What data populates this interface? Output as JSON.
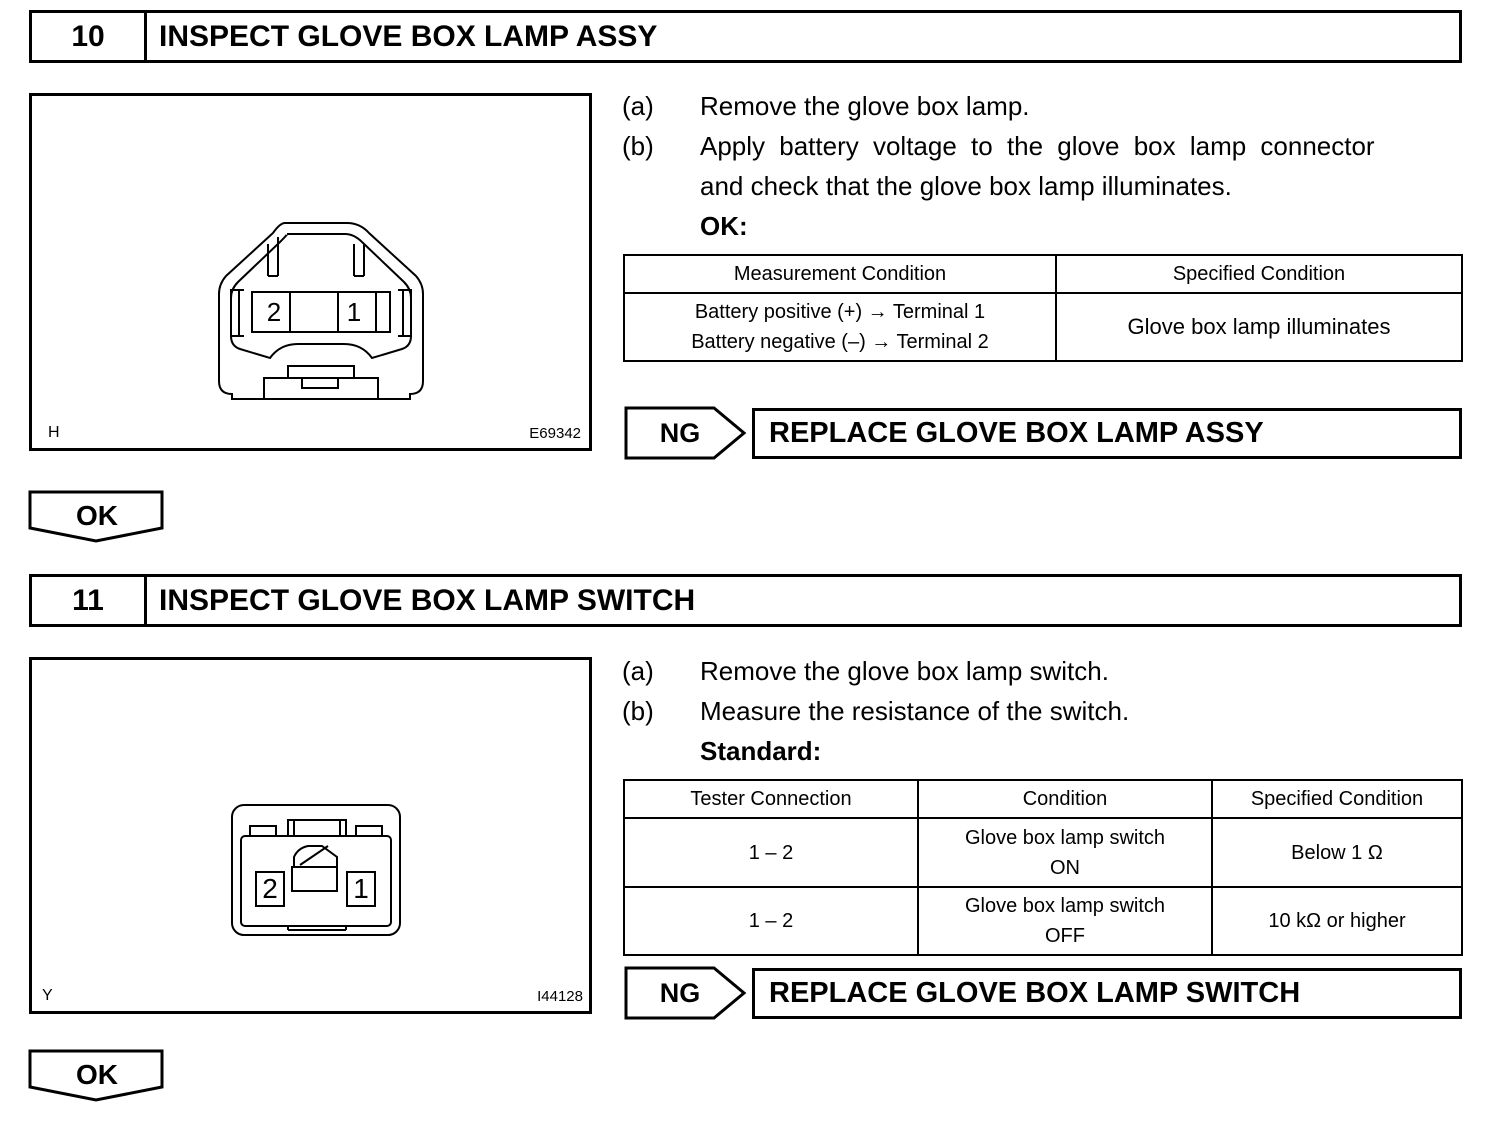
{
  "step10": {
    "number": "10",
    "title": "INSPECT GLOVE BOX LAMP ASSY",
    "figure": {
      "letter": "H",
      "code": "E69342",
      "pin_left": "2",
      "pin_right": "1"
    },
    "instructions": [
      {
        "key": "(a)",
        "text": "Remove the glove box lamp."
      },
      {
        "key": "(b)",
        "text": "Apply battery voltage to the glove box lamp connector",
        "text2": "and check that the glove box lamp illuminates."
      }
    ],
    "spec_label": "OK:",
    "table": {
      "headers": [
        "Measurement Condition",
        "Specified Condition"
      ],
      "row": {
        "line1": "Battery positive (+) → Terminal 1",
        "line2": "Battery negative (–) → Terminal 2",
        "result": "Glove box lamp illuminates"
      }
    },
    "ng_label": "NG",
    "ng_action": "REPLACE GLOVE BOX LAMP ASSY",
    "ok_label": "OK"
  },
  "step11": {
    "number": "11",
    "title": "INSPECT GLOVE BOX LAMP SWITCH",
    "figure": {
      "letter": "Y",
      "code": "I44128",
      "pin_left": "2",
      "pin_right": "1"
    },
    "instructions": [
      {
        "key": "(a)",
        "text": "Remove the glove box lamp switch."
      },
      {
        "key": "(b)",
        "text": "Measure the resistance of the switch."
      }
    ],
    "spec_label": "Standard:",
    "table": {
      "headers": [
        "Tester Connection",
        "Condition",
        "Specified Condition"
      ],
      "rows": [
        {
          "connection": "1 – 2",
          "condition1": "Glove box lamp switch",
          "condition2": "ON",
          "spec": "Below 1 Ω"
        },
        {
          "connection": "1 – 2",
          "condition1": "Glove box lamp switch",
          "condition2": "OFF",
          "spec": "10 kΩ or higher"
        }
      ]
    },
    "ng_label": "NG",
    "ng_action": "REPLACE GLOVE BOX LAMP SWITCH",
    "ok_label": "OK"
  }
}
